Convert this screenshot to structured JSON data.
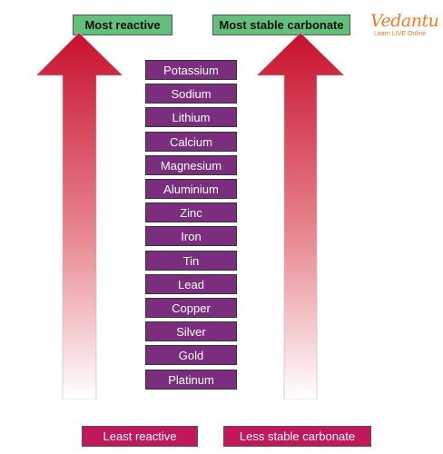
{
  "labels": {
    "most_reactive": "Most reactive",
    "most_stable": "Most stable carbonate",
    "least_reactive": "Least reactive",
    "less_stable": "Less stable carbonate"
  },
  "metals": [
    "Potassium",
    "Sodium",
    "Lithium",
    "Calcium",
    "Magnesium",
    "Aluminium",
    "Zinc",
    "Iron",
    "Tin",
    "Lead",
    "Copper",
    "Silver",
    "Gold",
    "Platinum"
  ],
  "logo": {
    "name": "Vedantu",
    "tagline": "Learn LIVE Online"
  },
  "colors": {
    "top_label_bg": "#63c07a",
    "bottom_label_bg": "#c2185b",
    "metal_box_bg": "#7b2d7e",
    "arrow_top": "#c8102e",
    "logo": "#f07a22"
  }
}
